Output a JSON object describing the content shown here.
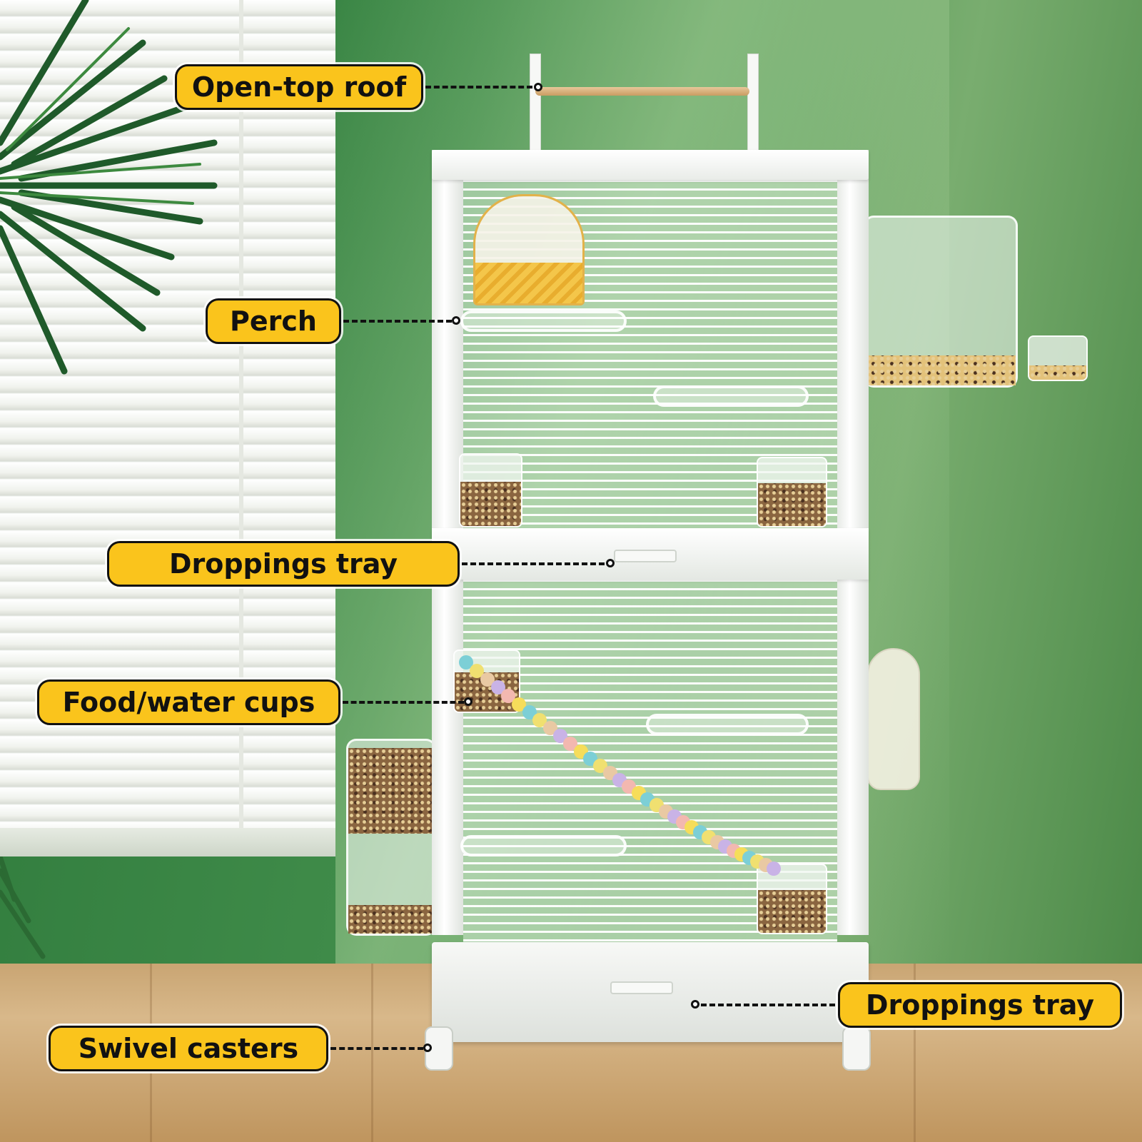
{
  "labels": {
    "open_top_roof": "Open-top roof",
    "perch": "Perch",
    "droppings_tray_upper": "Droppings tray",
    "food_water_cups": "Food/water cups",
    "droppings_tray_lower": "Droppings tray",
    "swivel_casters": "Swivel casters"
  },
  "colors": {
    "callout_fill": "#fac41c",
    "callout_border": "#111111",
    "wall_green": "#3f8b49",
    "floor_wood": "#c9a573",
    "cage_white": "#f5f6f4"
  }
}
